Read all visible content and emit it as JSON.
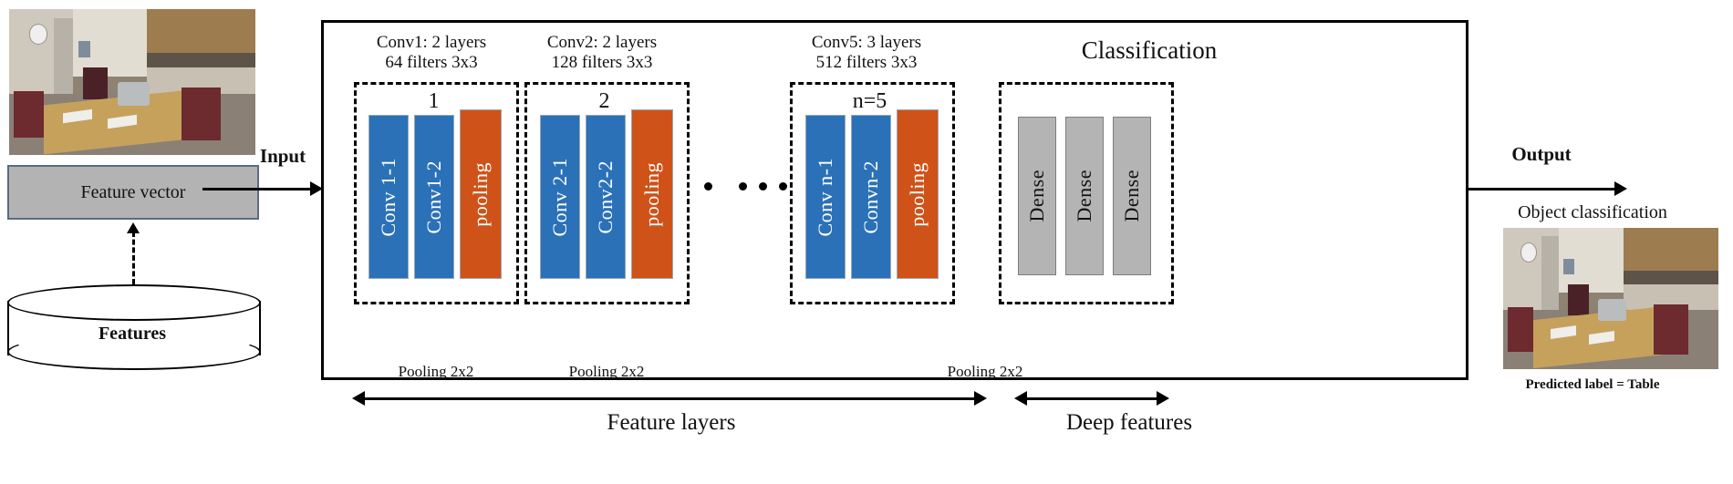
{
  "diagram": {
    "title": "CNN object classification pipeline",
    "colors": {
      "conv_block": "#2b71b8",
      "pool_block": "#cf5218",
      "dense_block": "#b4b4b4",
      "feature_vector_fill": "#b3b3b3",
      "frame_border": "#000000"
    }
  },
  "left": {
    "input_photo_caption": "",
    "feature_vector_label": "Feature vector",
    "features_label": "Features",
    "input_arrow_label": "Input"
  },
  "stages": [
    {
      "title_line1": "Conv1: 2 layers",
      "title_line2": "64 filters 3x3",
      "group_index": "1",
      "pooling_label": "Pooling 2x2",
      "blocks": [
        {
          "label": "Conv 1-1",
          "kind": "conv"
        },
        {
          "label": "Conv1-2",
          "kind": "conv"
        },
        {
          "label": "pooling",
          "kind": "pool"
        }
      ]
    },
    {
      "title_line1": "Conv2: 2 layers",
      "title_line2": "128 filters 3x3",
      "group_index": "2",
      "pooling_label": "Pooling 2x2",
      "blocks": [
        {
          "label": "Conv 2-1",
          "kind": "conv"
        },
        {
          "label": "Conv2-2",
          "kind": "conv"
        },
        {
          "label": "pooling",
          "kind": "pool"
        }
      ]
    },
    {
      "title_line1": "Conv5: 3 layers",
      "title_line2": "512 filters 3x3",
      "group_index": "n=5",
      "pooling_label": "Pooling 2x2",
      "blocks": [
        {
          "label": "Conv n-1",
          "kind": "conv"
        },
        {
          "label": "Convn-2",
          "kind": "conv"
        },
        {
          "label": "pooling",
          "kind": "pool"
        }
      ]
    }
  ],
  "classification": {
    "title": "Classification",
    "blocks": [
      {
        "label": "Dense",
        "kind": "dense"
      },
      {
        "label": "Dense",
        "kind": "dense"
      },
      {
        "label": "Dense",
        "kind": "dense"
      }
    ],
    "axis_label": "Deep features"
  },
  "feature_layers_axis_label": "Feature layers",
  "right": {
    "output_arrow_label": "Output",
    "result_caption": "Object classification",
    "predicted_label": "Predicted label = Table"
  }
}
